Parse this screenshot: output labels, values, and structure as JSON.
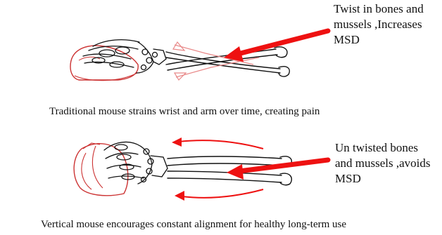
{
  "top_panel": {
    "note": "Twist in  bones and\nmussels ,Increases\nMSD",
    "caption": "Traditional mouse strains wrist and arm over time, creating pain"
  },
  "bottom_panel": {
    "note": "Un twisted bones\nand mussels ,avoids\nMSD",
    "caption": "Vertical mouse encourages constant alignment for healthy long-term use"
  },
  "colors": {
    "arrow": "#ee1111",
    "outline": "#d04040",
    "bone": "#111111"
  }
}
